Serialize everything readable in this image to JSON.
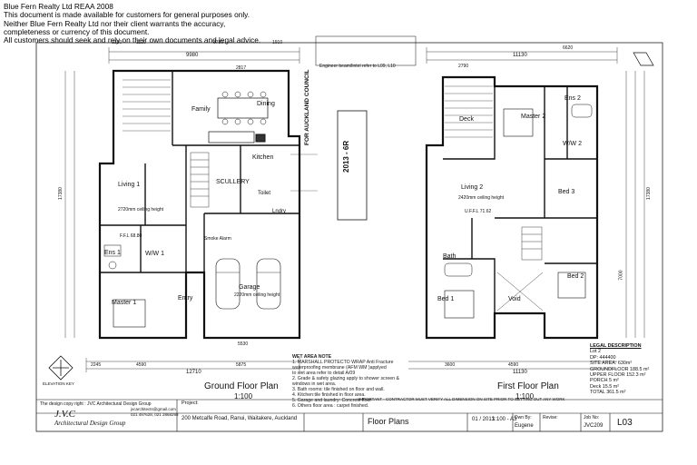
{
  "disclaimer": [
    "Blue Fern Realty Ltd REAA 2008",
    "This document is made available for customers for general purposes only.",
    "Neither Blue Fern Realty Ltd nor their client warrants the accuracy,",
    "completeness or currency of this document.",
    "All customers should seek and rely on their own documents and legal advice."
  ],
  "plans": {
    "ground": {
      "title": "Ground Floor Plan",
      "scale": "1:100"
    },
    "first": {
      "title": "First Floor Plan",
      "scale": "1:100"
    }
  },
  "rooms_ground": {
    "family": "Family",
    "dining": "Dining",
    "kitchen": "Kitchen",
    "scullery": "SCULLERY",
    "living1": "Living 1",
    "ens1": "Ens 1",
    "ww1": "W/W 1",
    "master1": "Master 1",
    "entry": "Entry",
    "garage": "Garage",
    "toilet": "Toilet",
    "laundry": "Lndry"
  },
  "rooms_first": {
    "deck": "Deck",
    "master2": "Master 2",
    "ens2": "Ens 2",
    "ww2": "W/W 2",
    "living2": "Living 2",
    "bed3": "Bed 3",
    "bath": "Bath",
    "bed1": "Bed 1",
    "void": "Void",
    "bed2": "Bed 2"
  },
  "dims": {
    "g_top": "9980",
    "g_top_a": "1330",
    "g_top_b": "1120",
    "g_top_c": "3780",
    "g_top_d": "2817",
    "g_top_e": "1910",
    "g_bottom": "12710",
    "g_bottom_a": "2245",
    "g_bottom_b": "4590",
    "g_bottom_c": "5875",
    "g_left": "17380",
    "f_top": "11130",
    "f_top_a": "2790",
    "f_top_b": "6620",
    "f_bottom": "11130",
    "f_bottom_a": "3600",
    "f_bottom_b": "4590",
    "f_right": "17380",
    "f_right_a": "7000",
    "garage_w": "5530"
  },
  "annotations": {
    "council": "FOR AUCKLAND COUNCIL",
    "approved": "2013 - 6R",
    "engineer": "Engineer beam/lintel refer to L09, L10",
    "smoke": "Smoke Alarm",
    "ffl": "F.F.L 68.80",
    "ufl": "U.F.F.L 71.62",
    "ceiling1": "2720mm ceiling height",
    "ceiling2": "2420mm ceiling height",
    "ceiling3": "2220mm ceiling height"
  },
  "wet_notes": [
    "WET AREA NOTE",
    "1. MARSHALL PROTECTO WRAP Anti Fracture",
    "   waterproofing membrane (AFM WM )applyed",
    "   to wet area refer to detail A/09",
    "2. Grade & safety glazing apply to shower screen &",
    "   windows in wet area.",
    "3. Bath rooms: tile finished on floor and wall.",
    "4. Kitchen:tile finished in floor area.",
    "5. Garage and laundry: Concrete floor",
    "6. Others floor area : carpet finished."
  ],
  "legal": {
    "heading": "LEGAL DESCRIPTION",
    "lot": "Lot 2",
    "dp": "DP: 444400",
    "site_area": "SITE AREA: 630m²",
    "rows": [
      {
        "k": "GROUNDFLOOR",
        "v": "188.5 m²"
      },
      {
        "k": "UPPER FLOOR",
        "v": "152.3 m²"
      },
      {
        "k": "PORCH",
        "v": "5 m²"
      },
      {
        "k": "Deck",
        "v": "15.5 m²"
      },
      {
        "k": "TOTAL",
        "v": "361.5 m²"
      }
    ]
  },
  "title_block": {
    "copyright": "The design copy right : JVC Architectural Design Group",
    "company_line1": "J.V.C",
    "company_line2": "Architectural Design Group",
    "contact1": "jvcarchitects@gmail.com",
    "contact2": "021 497628, 021 2868298",
    "project_label": "Project:",
    "project": "200 Metcalfe Road, Ranui, Waitakere, Auckland",
    "drawing": "Floor Plans",
    "date": "01 / 2013",
    "scale": "1:100 - A3",
    "drawn_by_label": "Dwn By:",
    "drawn_by": "Eugene",
    "revise_label": "Revise:",
    "job_label": "Job No:",
    "job": "JVC209",
    "sheet": "L03",
    "warning": "IMPORTANT - CONTRACTOR MUST VERIFY ALL DIMENSION ON SITE PRIOR TO SETTING OUT ANY WORK"
  },
  "elevation_key": "ELEVATION KEY"
}
